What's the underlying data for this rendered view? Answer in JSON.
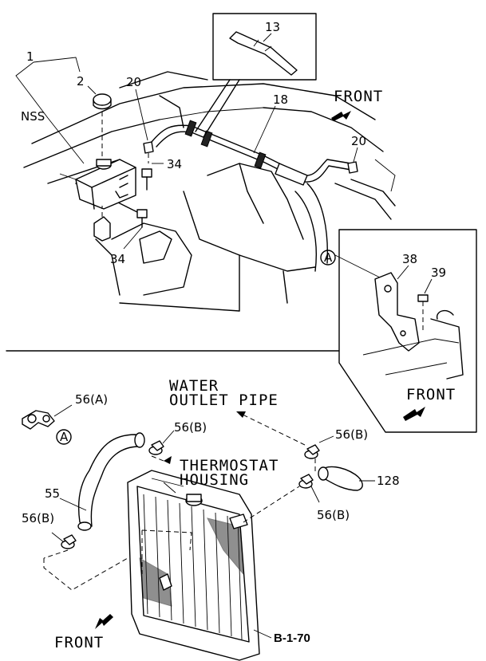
{
  "callouts": {
    "c1": "1",
    "c2": "2",
    "nss": "NSS",
    "c13": "13",
    "c18": "18",
    "c20a": "20",
    "c20b": "20",
    "c34a": "34",
    "c34b": "34",
    "circleA1": "A",
    "c38": "38",
    "c39": "39",
    "c56a": "56(A)",
    "circleA2": "A",
    "c56b1": "56(B)",
    "c56b2": "56(B)",
    "c55": "55",
    "c56b3": "56(B)",
    "c56b4": "56(B)",
    "c128": "128"
  },
  "labels": {
    "front_top": "FRONT",
    "front_inset": "FRONT",
    "front_bottom": "FRONT",
    "water_outlet_1": "WATER",
    "water_outlet_2": "OUTLET PIPE",
    "thermostat_1": "THERMOSTAT",
    "thermostat_2": "HOUSING"
  },
  "reference": "B-1-70"
}
